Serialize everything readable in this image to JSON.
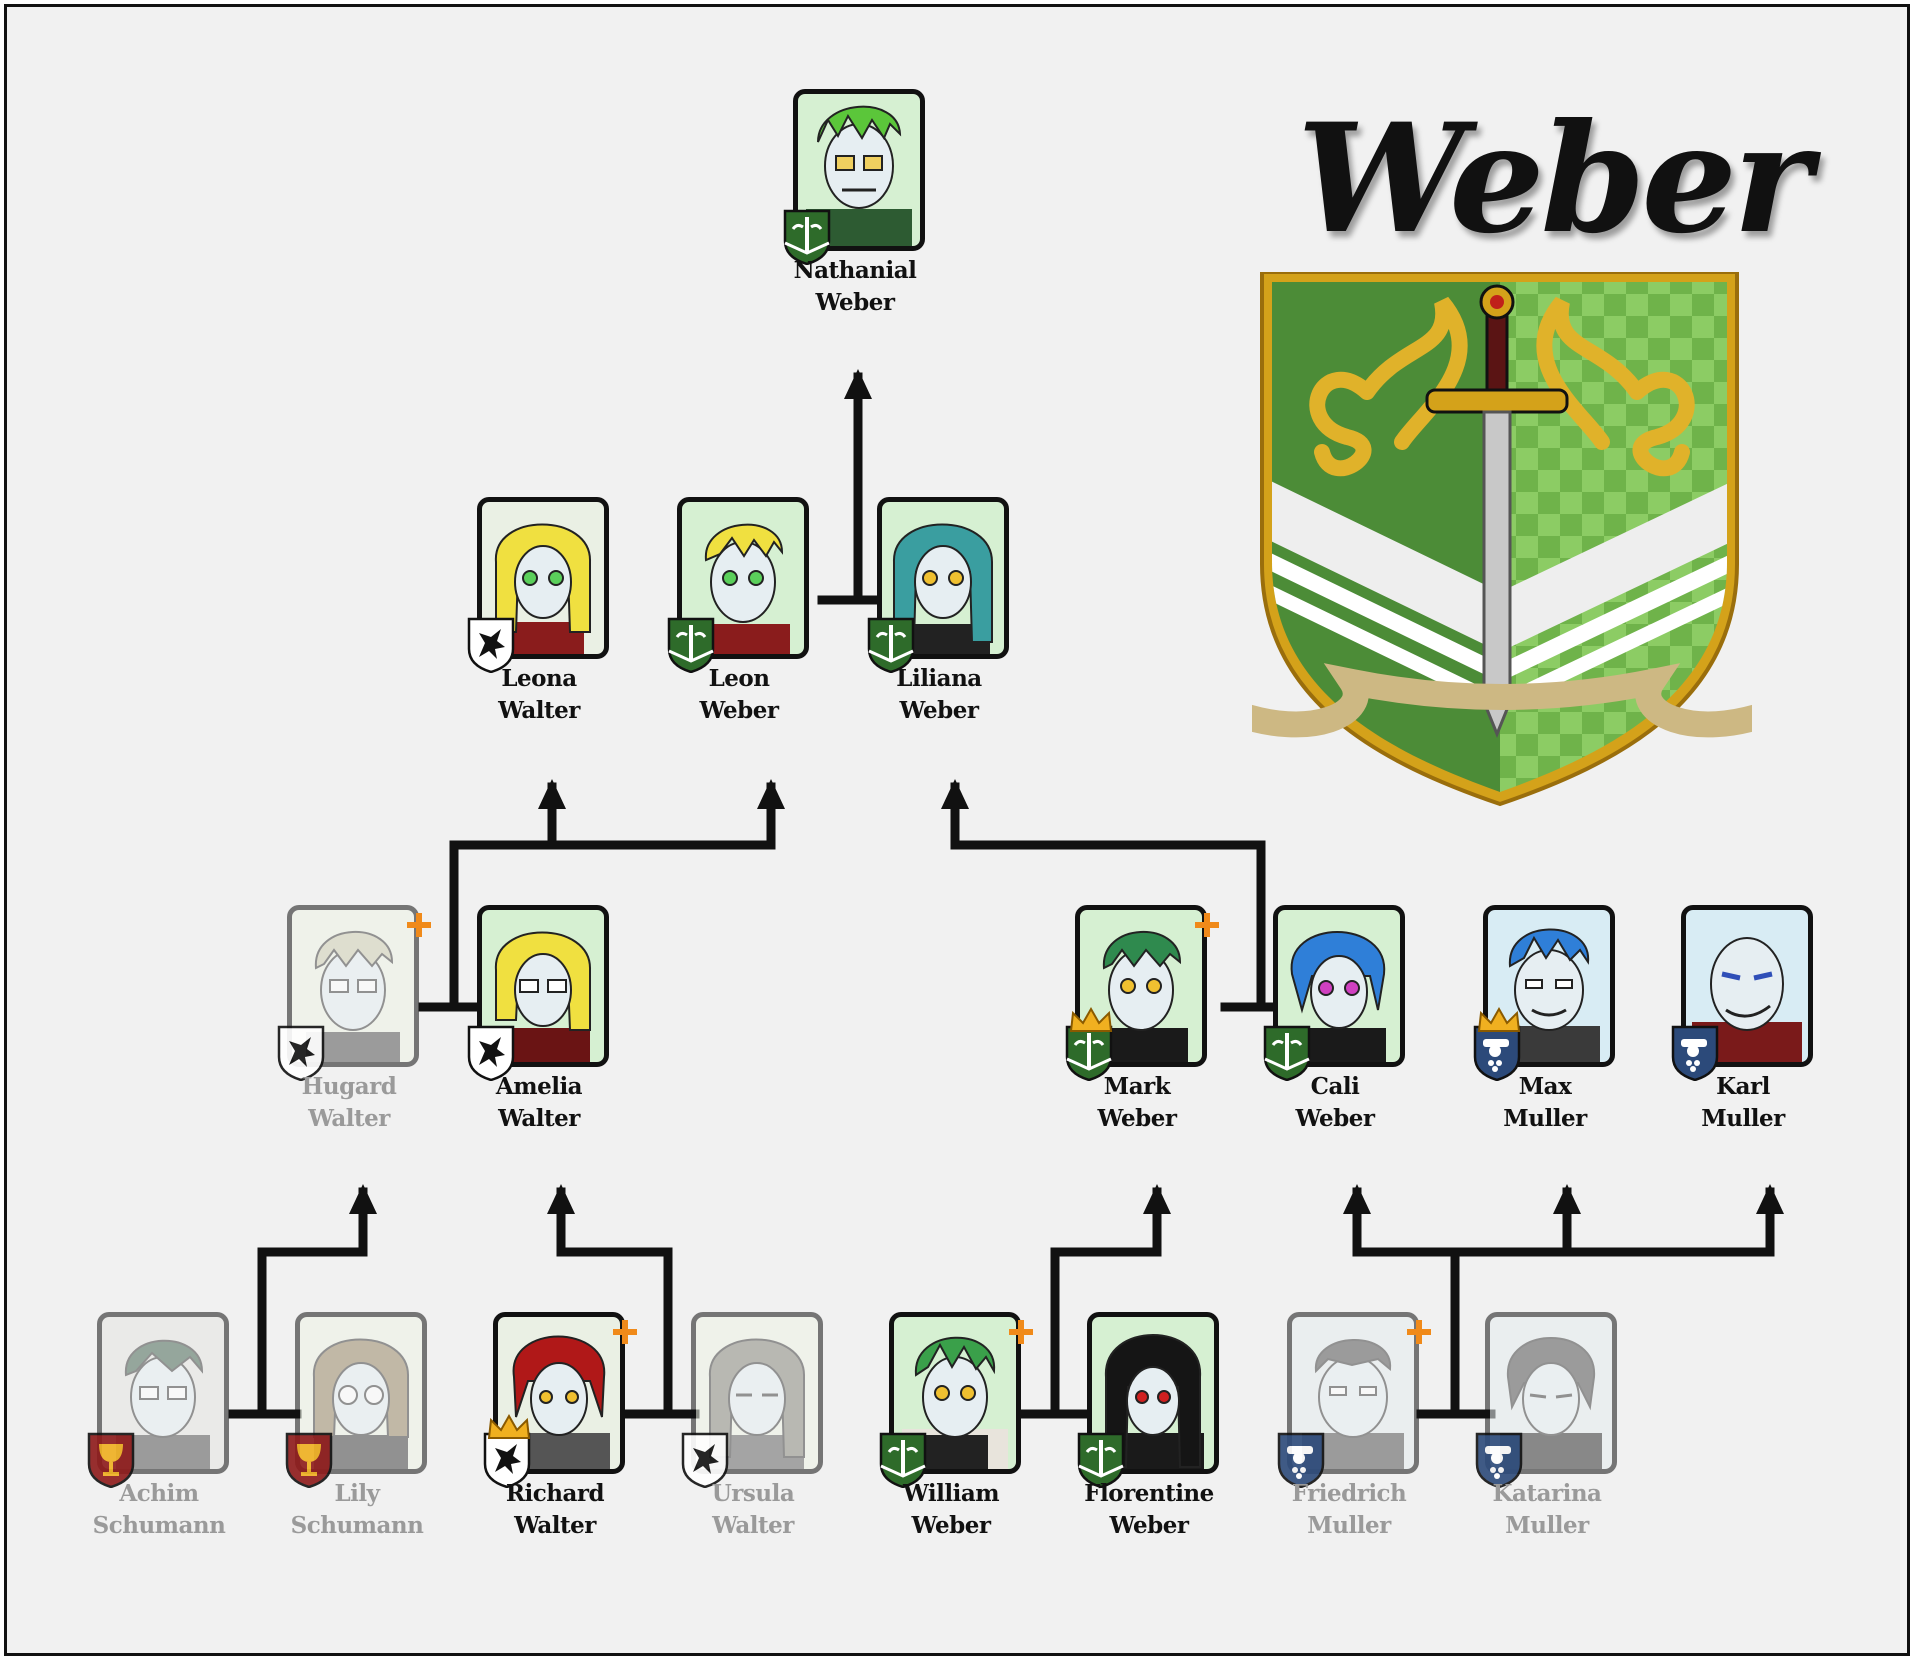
{
  "title": "Weber",
  "people": {
    "nathanial": {
      "first": "Nathanial",
      "last": "Weber"
    },
    "leona": {
      "first": "Leona",
      "last": "Walter"
    },
    "leon": {
      "first": "Leon",
      "last": "Weber"
    },
    "liliana": {
      "first": "Liliana",
      "last": "Weber"
    },
    "hugard": {
      "first": "Hugard",
      "last": "Walter"
    },
    "amelia": {
      "first": "Amelia",
      "last": "Walter"
    },
    "mark": {
      "first": "Mark",
      "last": "Weber"
    },
    "cali": {
      "first": "Cali",
      "last": "Weber"
    },
    "max": {
      "first": "Max",
      "last": "Muller"
    },
    "karl": {
      "first": "Karl",
      "last": "Muller"
    },
    "achim": {
      "first": "Achim",
      "last": "Schumann"
    },
    "lily": {
      "first": "Lily",
      "last": "Schumann"
    },
    "richard": {
      "first": "Richard",
      "last": "Walter"
    },
    "ursula": {
      "first": "Ursula",
      "last": "Walter"
    },
    "william": {
      "first": "William",
      "last": "Weber"
    },
    "florentine": {
      "first": "Florentine",
      "last": "Weber"
    },
    "friedrich": {
      "first": "Friedrich",
      "last": "Muller"
    },
    "katarina": {
      "first": "Katarina",
      "last": "Muller"
    }
  },
  "colors": {
    "weber_green": "#2e6b2a",
    "walter_white": "#ffffff",
    "muller_blue": "#2c4a7a",
    "schumann_red": "#8e1a1a",
    "crest_gold": "#d4a21a",
    "line": "#111111"
  },
  "icons": {
    "weber": "sword-and-fleur-crest-icon",
    "walter": "dragon-crest-icon",
    "muller": "cannon-crest-icon",
    "schumann": "chalice-crest-icon",
    "deceased": "orange-cross-icon",
    "head": "crown-icon"
  }
}
